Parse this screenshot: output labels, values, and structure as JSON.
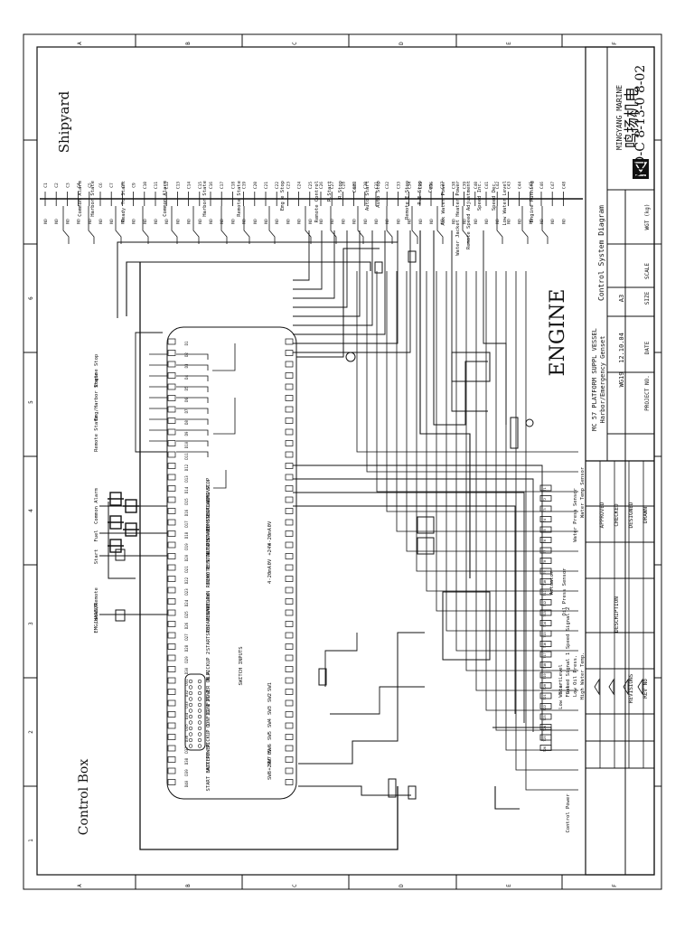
{
  "sheet": {
    "shipyard_label": "Shipyard",
    "engine_label": "ENGINE",
    "control_box_label": "Control Box",
    "border_letters": [
      "A",
      "B",
      "C",
      "D",
      "E",
      "F"
    ],
    "border_numbers": [
      "1",
      "2",
      "3",
      "4",
      "5",
      "6"
    ]
  },
  "title_block": {
    "company_cn": "鸣扬机电",
    "company_en": "MINGYANG MARINE",
    "drawing_no": "MD-C 8-13-0 8-02",
    "project_title": "MC 57 PLATFORM SUPPL VESSEL",
    "project_subtitle": "Harbor/Emergency Genset",
    "model": "WG19",
    "date_value": "12.10.04",
    "size_value": "A3",
    "drawing_title": "Control System Diagram",
    "labels": {
      "weight": "WGT (kg)",
      "scale": "SCALE",
      "size": "SIZE",
      "date": "DATE",
      "project_no": "PROJECT NO.",
      "approved": "APPROVED",
      "checked": "CHECKED",
      "designed": "DESIGNED",
      "drawn": "DRAWN",
      "description": "DESCRIPTION",
      "revisions": "REVISIONS",
      "rev_no": "REV No"
    }
  },
  "shipyard_signals": [
    "Common Alarm",
    "Harbor State",
    "Ready To Start",
    "Common Alarm",
    "Harbor State",
    "Remote State",
    "Emg e Stop",
    "Remote Control",
    "R.Start",
    "R.Stop",
    "Com.",
    "Auto Start",
    "Auto Stop",
    "Remote E-Stop",
    "R.E-Stop",
    "Com.",
    "Aux Water Power",
    "Water Jacket Heater Power",
    "Remote Speed Adjustment",
    "Speed Inc.",
    "Speed Dec.",
    "Low Water Level",
    "Engine Running"
  ],
  "controller_left_labels": [
    "START BATTERY",
    "AUX POWER",
    "PICKUP 1",
    "CONFIG 1",
    "CONFIG 2",
    "POWER ON",
    "N.A",
    "PICKUP 2",
    "START RELAY",
    "STOP RELAY",
    "RUN RELAY",
    "SHUTDOWN RELAY",
    "REMOTE START",
    "REMOTE STOP",
    "AUTO START",
    "DELAYED STOP",
    "REMOTE ALARM",
    "SHUTDN. OVR.",
    "EMG STOP"
  ],
  "controller_right_labels": [
    "+24V",
    "0V",
    "4-20mA",
    "0V",
    "+24V",
    "4-20mA",
    "0V",
    "SWITCH INPUTS",
    "SW1",
    "SW2",
    "SW3",
    "SW4",
    "SW5",
    "SW6",
    "SW7",
    "SW8"
  ],
  "box_left_labels": [
    "Engine Stop",
    "Emg/Harbor State",
    "Remote State",
    "Common Alarm",
    "Fuel",
    "Start",
    "Local/Remote",
    "EMG/HARBOR"
  ],
  "engine_side_labels": [
    "Speed Signal 1",
    "Low Oil Press.",
    "High Water Temp.",
    "Low Water Level",
    "Start",
    "Fuel",
    "Speed Signal 2",
    "Actuator",
    "Oil Press Sensor",
    "Water Press Sensor",
    "Water Temp Sensor",
    "Control Power"
  ]
}
